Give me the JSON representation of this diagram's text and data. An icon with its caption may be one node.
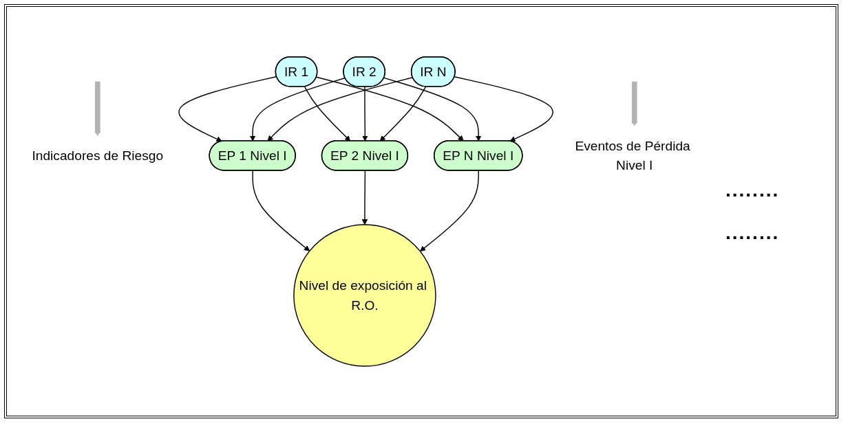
{
  "diagram": {
    "nodes": [
      {
        "text": [
          "IR 1"
        ]
      },
      {
        "text": [
          "IR 2"
        ]
      },
      {
        "text": [
          "IR N"
        ]
      },
      {
        "text": [
          "Indicadores de Riesgo"
        ]
      },
      {
        "text": [
          "EP 1 Nivel I"
        ]
      },
      {
        "text": [
          "EP 2 Nivel I"
        ]
      },
      {
        "text": [
          "EP N Nivel I"
        ]
      },
      {
        "text": [
          "Eventos de Pérdida Nivel I"
        ]
      },
      {
        "text": [
          "Nivel de exposición al R.O."
        ]
      }
    ],
    "edges": [
      {
        "from": 0,
        "to": 4,
        "arrow": "to"
      },
      {
        "from": 0,
        "to": 5,
        "arrow": "to"
      },
      {
        "from": 0,
        "to": 6,
        "arrow": "to"
      },
      {
        "from": 1,
        "to": 4,
        "arrow": "to"
      },
      {
        "from": 1,
        "to": 5,
        "arrow": "to"
      },
      {
        "from": 1,
        "to": 6,
        "arrow": "to"
      },
      {
        "from": 2,
        "to": 4,
        "arrow": "to"
      },
      {
        "from": 2,
        "to": 5,
        "arrow": "to"
      },
      {
        "from": 2,
        "to": 6,
        "arrow": "to"
      },
      {
        "from": null,
        "to": 3,
        "arrow": "to",
        "style": "thick",
        "color": "#b3b3b3"
      },
      {
        "from": null,
        "to": 7,
        "arrow": "to",
        "style": "thick",
        "color": "#b3b3b3"
      },
      {
        "from": 4,
        "to": 8,
        "arrow": "to"
      },
      {
        "from": 5,
        "to": 8,
        "arrow": "to"
      },
      {
        "from": 6,
        "to": 8,
        "arrow": "to"
      }
    ],
    "labels": [
      "........",
      "........"
    ]
  }
}
